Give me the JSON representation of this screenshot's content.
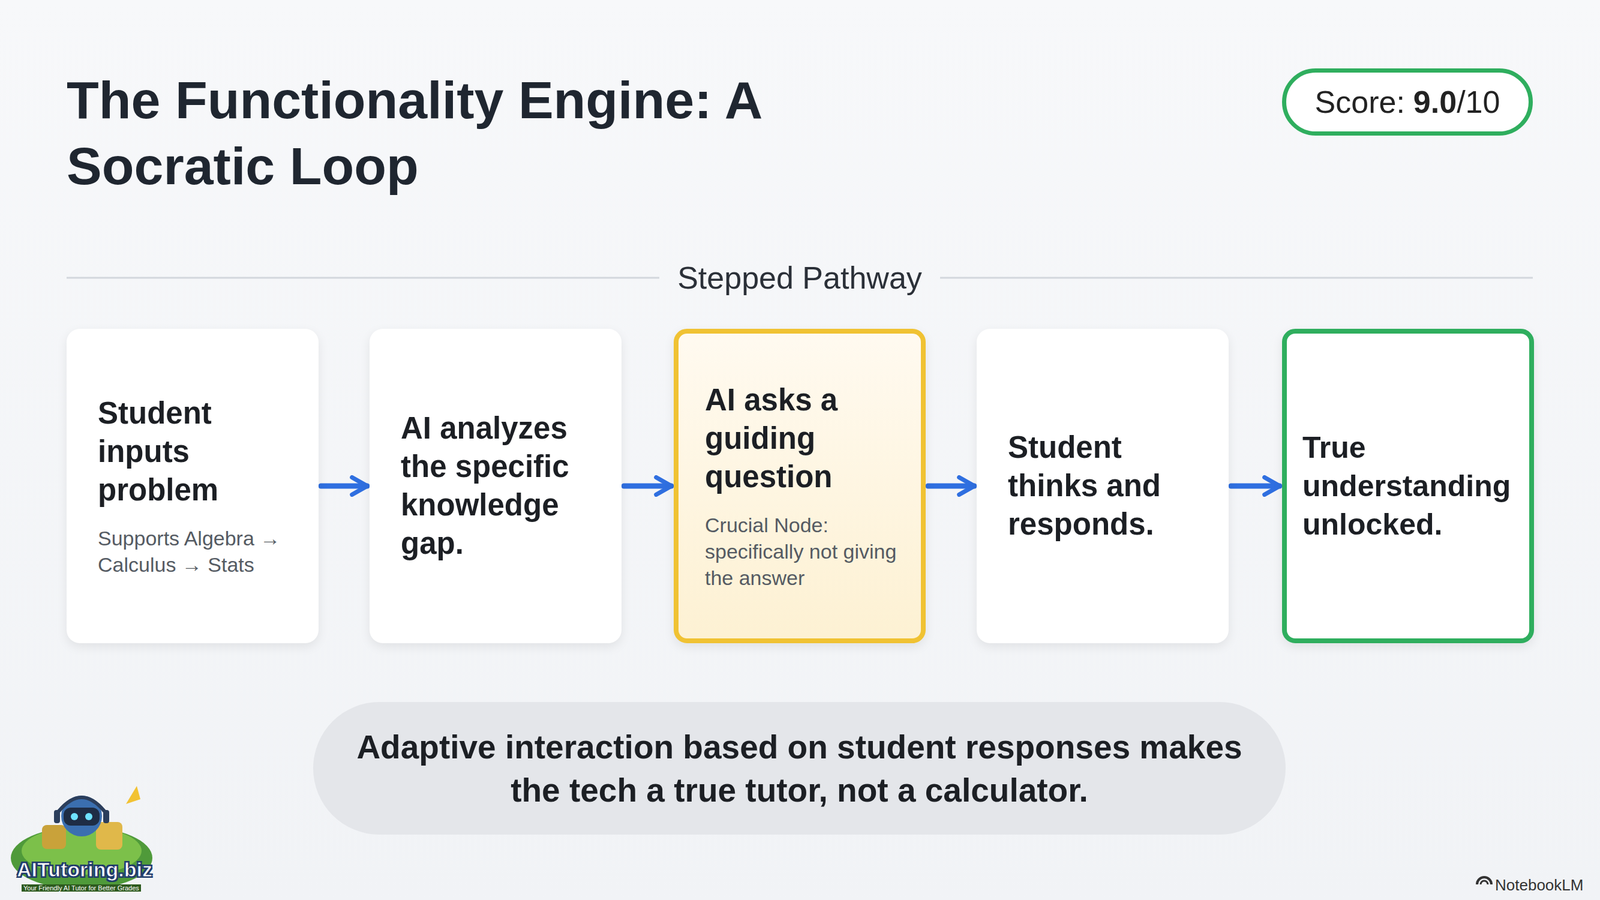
{
  "diagram": {
    "title": "The Functionality Engine: A Socratic Loop",
    "nodes": [
      {
        "text": [
          "Score:",
          "9.0",
          "/10"
        ]
      },
      {
        "text": [
          "Student inputs problem",
          "Supports Algebra → Calculus → Stats"
        ]
      },
      {
        "text": [
          "AI analyzes the specific knowledge gap."
        ]
      },
      {
        "text": [
          "AI asks a guiding question",
          "Crucial Node: specifically not giving the answer"
        ]
      },
      {
        "text": [
          "Student thinks and responds."
        ]
      },
      {
        "text": [
          "True understanding unlocked."
        ]
      },
      {
        "text": [
          "Adaptive interaction based on student responses makes the tech a true tutor, not a calculator."
        ]
      }
    ],
    "edges": [
      {
        "from": 1,
        "to": 2,
        "arrow": "to"
      },
      {
        "from": 2,
        "to": 3,
        "arrow": "to"
      },
      {
        "from": 3,
        "to": 4,
        "arrow": "to"
      },
      {
        "from": 4,
        "to": 5,
        "arrow": "to"
      }
    ],
    "labels": [
      "Stepped Pathway",
      "AITutoring.biz",
      "Your Friendly AI Tutor for Better Grades",
      "NotebookLM"
    ]
  }
}
